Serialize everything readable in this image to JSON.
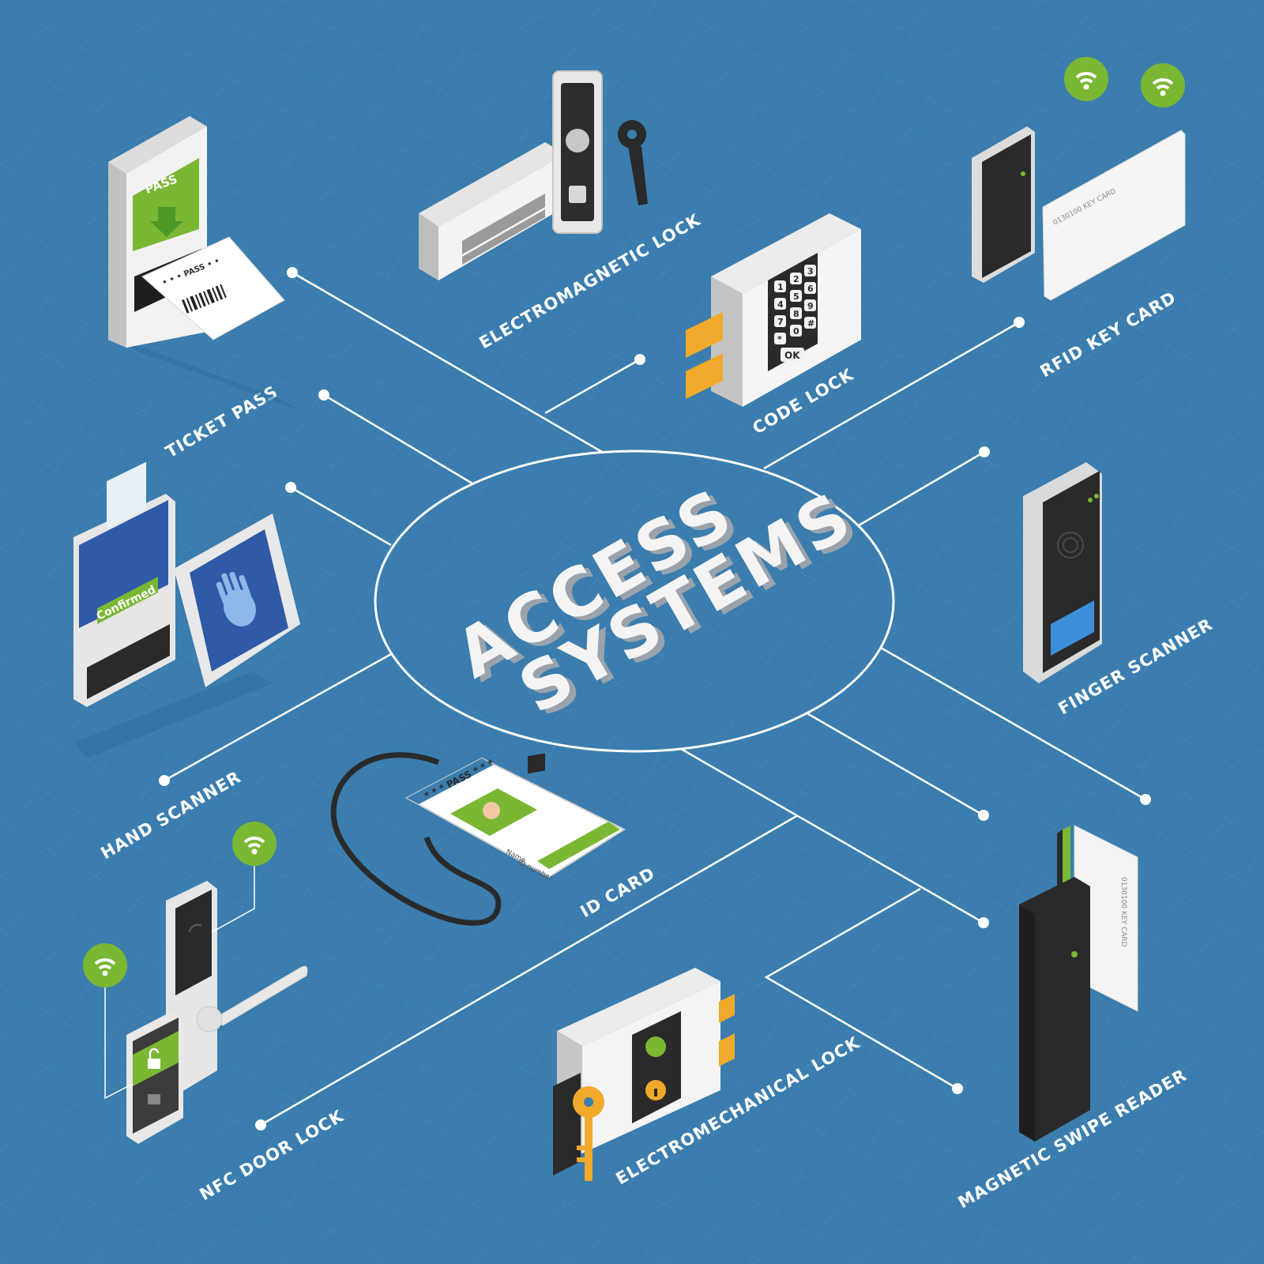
{
  "title": {
    "line1": "ACCESS",
    "line2": "SYSTEMS"
  },
  "nodes": {
    "ticket_pass": "TICKET PASS",
    "electromagnetic_lock": "ELECTROMAGNETIC LOCK",
    "code_lock": "CODE LOCK",
    "rfid_key_card": "RFID KEY CARD",
    "finger_scanner": "FINGER SCANNER",
    "hand_scanner": "HAND SCANNER",
    "id_card": "ID CARD",
    "nfc_door_lock": "NFC DOOR LOCK",
    "electromechanical_lock": "ELECTROMECHANICAL LOCK",
    "magnetic_swipe_reader": "MAGNETIC SWIPE READER"
  },
  "device_text": {
    "ticket_machine_sign": "PASS",
    "ticket_slip": "• • • PASS • •",
    "id_badge_header": "* * * PASS * * *",
    "id_badge_name": "Name",
    "id_badge_number": "ID number",
    "hand_screen_status": "Confirmed",
    "keypad_keys": [
      "1",
      "2",
      "3",
      "4",
      "5",
      "6",
      "7",
      "8",
      "9",
      "*",
      "0",
      "#"
    ],
    "keypad_ok": "OK",
    "rfid_card_text": "0130100 KEY CARD",
    "swipe_card_text": "0130100 KEY CARD"
  },
  "colors": {
    "background": "#3a7dae",
    "accent_green": "#7ab733",
    "device_white": "#f1f1f1",
    "device_dark": "#2d2d2d",
    "bolt_orange": "#f0a92a"
  },
  "icons": [
    "wifi-icon",
    "lock-icon",
    "fingerprint-icon",
    "hand-icon",
    "key-icon",
    "keyhole-icon",
    "arrow-down-icon",
    "person-icon"
  ]
}
